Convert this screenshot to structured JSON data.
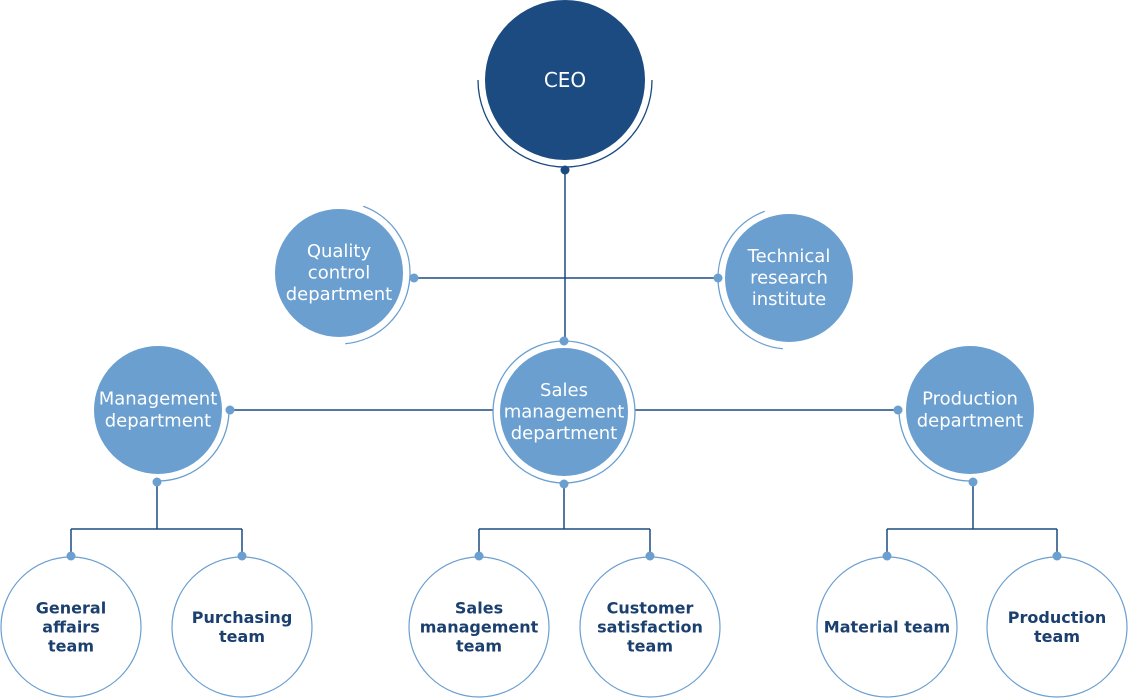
{
  "title": "Organization chart",
  "colors": {
    "ceo_fill": "#1b4b80",
    "dept_fill": "#6a9fd0",
    "line_dark": "#1b4b80",
    "line_light": "#6a9fd0",
    "team_text": "#1b3f6e",
    "white": "#ffffff"
  },
  "nodes": {
    "ceo": {
      "label": [
        "CEO"
      ],
      "level": "executive"
    },
    "quality": {
      "label": [
        "Quality",
        "control",
        "department"
      ],
      "level": "staff",
      "reports_to": "ceo"
    },
    "technical": {
      "label": [
        "Technical",
        "research",
        "institute"
      ],
      "level": "staff",
      "reports_to": "ceo"
    },
    "management": {
      "label": [
        "Management",
        "department"
      ],
      "level": "department",
      "reports_to": "ceo"
    },
    "sales": {
      "label": [
        "Sales",
        "management",
        "department"
      ],
      "level": "department",
      "reports_to": "ceo"
    },
    "production": {
      "label": [
        "Production",
        "department"
      ],
      "level": "department",
      "reports_to": "ceo"
    },
    "general_affairs": {
      "label": [
        "General",
        "affairs",
        "team"
      ],
      "level": "team",
      "reports_to": "management"
    },
    "purchasing": {
      "label": [
        "Purchasing",
        "team"
      ],
      "level": "team",
      "reports_to": "management"
    },
    "sales_team": {
      "label": [
        "Sales",
        "management",
        "team"
      ],
      "level": "team",
      "reports_to": "sales"
    },
    "customer": {
      "label": [
        "Customer",
        "satisfaction",
        "team"
      ],
      "level": "team",
      "reports_to": "sales"
    },
    "material": {
      "label": [
        "Material team"
      ],
      "level": "team",
      "reports_to": "production"
    },
    "production_team": {
      "label": [
        "Production",
        "team"
      ],
      "level": "team",
      "reports_to": "production"
    }
  }
}
